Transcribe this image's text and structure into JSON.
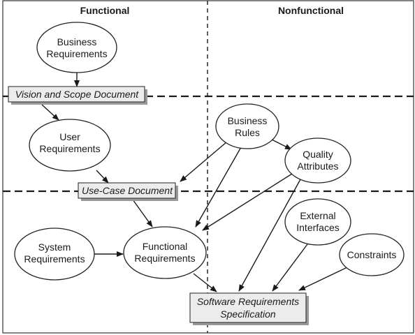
{
  "headings": {
    "functional": "Functional",
    "nonfunctional": "Nonfunctional"
  },
  "nodes": {
    "business_requirements": [
      "Business",
      "Requirements"
    ],
    "user_requirements": [
      "User",
      "Requirements"
    ],
    "business_rules": [
      "Business",
      "Rules"
    ],
    "quality_attributes": [
      "Quality",
      "Attributes"
    ],
    "system_requirements": [
      "System",
      "Requirements"
    ],
    "functional_requirements": [
      "Functional",
      "Requirements"
    ],
    "external_interfaces": [
      "External",
      "Interfaces"
    ],
    "constraints": [
      "Constraints"
    ]
  },
  "documents": {
    "vision_scope": "Vision and Scope Document",
    "use_case": "Use-Case Document",
    "srs": [
      "Software Requirements",
      "Specification"
    ]
  }
}
